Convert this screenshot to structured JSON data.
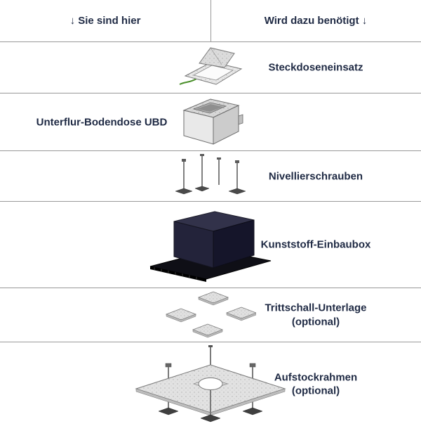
{
  "header": {
    "left": "↓ Sie sind hier",
    "right": "Wird dazu benötigt ↓"
  },
  "rows": [
    {
      "label": "Steckdoseneinsatz",
      "image": "steckdoseneinsatz-illustration",
      "label_side": "right"
    },
    {
      "label": "Unterflur-Bodendose UBD",
      "image": "unterflur-bodendose-illustration",
      "label_side": "left"
    },
    {
      "label": "Nivellierschrauben",
      "image": "nivellierschrauben-illustration",
      "label_side": "right"
    },
    {
      "label": "Kunststoff-Einbaubox",
      "image": "kunststoff-einbaubox-illustration",
      "label_side": "right"
    },
    {
      "label": "Trittschall-Unterlage",
      "note": "(optional)",
      "image": "trittschall-unterlage-illustration",
      "label_side": "right"
    },
    {
      "label": "Aufstockrahmen",
      "note": "(optional)",
      "image": "aufstockrahmen-illustration",
      "label_side": "right"
    }
  ],
  "colors": {
    "text": "#1f2a44",
    "divider": "#999999",
    "background": "#ffffff",
    "cable_green": "#4a8f2a",
    "dark_box": "#23233a"
  }
}
